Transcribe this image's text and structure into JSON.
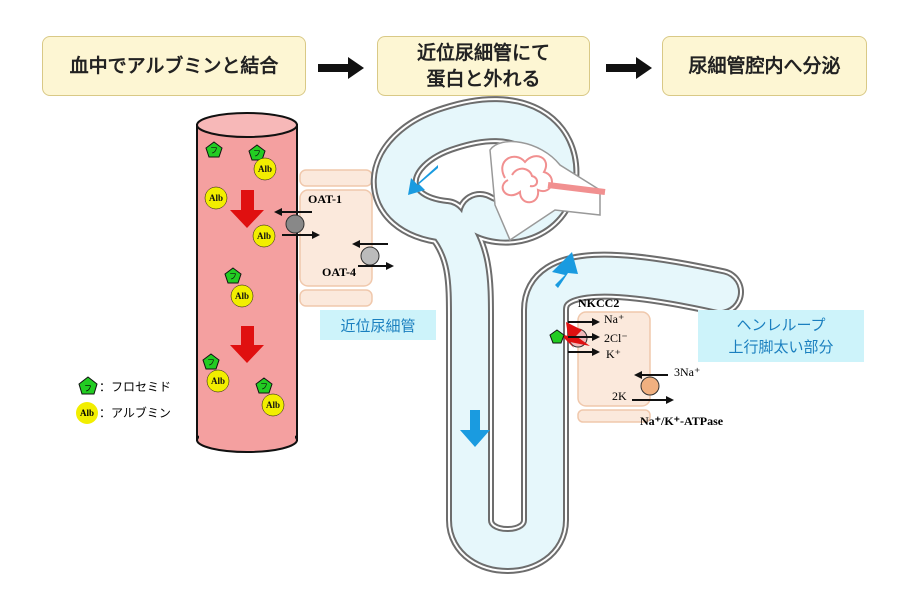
{
  "flow": {
    "step1": "血中でアルブミンと結合",
    "step2_line1": "近位尿細管にて",
    "step2_line2": "蛋白と外れる",
    "step3": "尿細管腔内へ分泌"
  },
  "labels": {
    "oat1": "OAT-1",
    "oat4": "OAT-4",
    "proximal": "近位尿細管",
    "henle_line1": "ヘンレループ",
    "henle_line2": "上行脚太い部分",
    "nkcc2": "NKCC2",
    "na": "Na⁺",
    "cl": "2Cl⁻",
    "k": "K⁺",
    "na3": "3Na⁺",
    "k2": "2K",
    "atpase": "Na⁺/K⁺-ATPase"
  },
  "legend": {
    "furosemide_glyph": "フ",
    "albumin_glyph": "Alb",
    "furosemide_label": "：フロセミド",
    "albumin_label": "：アルブミン"
  },
  "colors": {
    "box_fill": "#fdf6d3",
    "vessel": "#f4a0a0",
    "tubule": "#e6f7fb",
    "arrow_blue": "#1a9be0",
    "arrow_red": "#e01010",
    "drug": "#22cc22",
    "albumin": "#f2ee00",
    "cell": "#fbe9dc"
  }
}
